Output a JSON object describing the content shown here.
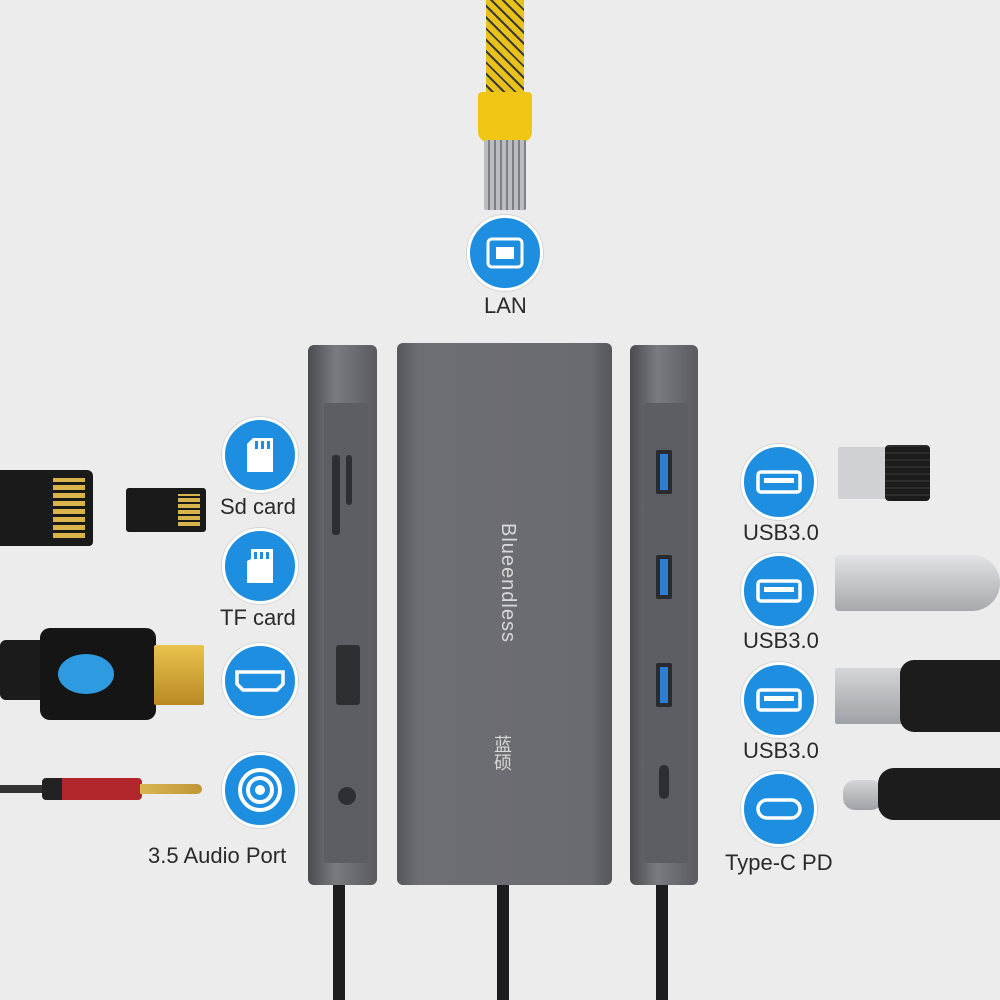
{
  "brand": {
    "name": "Blueendless",
    "chinese": "蓝硕"
  },
  "colors": {
    "icon_blue": "#1e8ee0",
    "hub": "#6a6b70",
    "background": "#ececec"
  },
  "ports": {
    "lan": {
      "label": "LAN",
      "icon": "ethernet-icon"
    },
    "sd": {
      "label": "Sd card",
      "icon": "sd-card-icon"
    },
    "tf": {
      "label": "TF card",
      "icon": "tf-card-icon"
    },
    "hdmi": {
      "icon": "hdmi-icon"
    },
    "audio": {
      "label": "3.5 Audio Port",
      "icon": "audio-jack-icon"
    },
    "usb1": {
      "label": "USB3.0",
      "icon": "usb-icon"
    },
    "usb2": {
      "label": "USB3.0",
      "icon": "usb-icon"
    },
    "usb3": {
      "label": "USB3.0",
      "icon": "usb-icon"
    },
    "typec": {
      "label": "Type-C PD",
      "icon": "usb-c-icon"
    }
  }
}
